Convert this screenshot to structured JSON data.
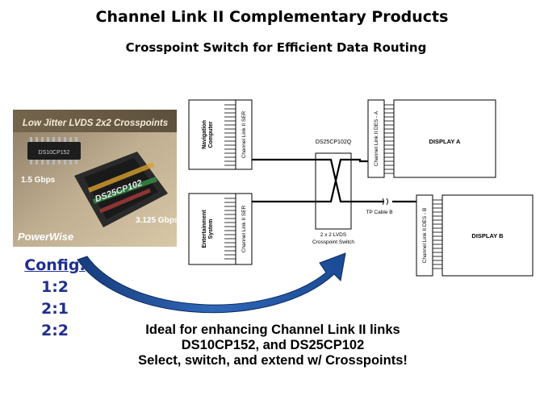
{
  "title": "Channel Link II Complementary Products",
  "subtitle": "Crosspoint Switch for Efficient Data Routing",
  "photo": {
    "banner": "Low Jitter LVDS 2x2 Crosspoints",
    "chip_small": "DS10CP152",
    "chip_large": "DS25CP102",
    "speed_small": "1.5 Gbps",
    "speed_large": "3.125 Gbps",
    "logo": "PowerWise"
  },
  "config": {
    "header": "Config.",
    "options": [
      "1:2",
      "2:1",
      "2:2"
    ]
  },
  "diagram": {
    "nav_computer": "Navigation Computer",
    "entertainment": "Entertainment System",
    "ser": "Channel Link II SER",
    "switch_part": "DS25CP102Q",
    "switch_label_1": "2 x 2 LVDS",
    "switch_label_2": "Crosspoint Switch",
    "des_a": "Channel Link II DES - A",
    "des_b": "Channel Link II DES - B",
    "display_a": "DISPLAY A",
    "display_b": "DISPLAY B",
    "cable": "TP Cable B"
  },
  "caption": {
    "line1": "Ideal for enhancing Channel Link II links",
    "line2": "DS10CP152, and DS25CP102",
    "line3": "Select, switch, and extend w/ Crosspoints!"
  },
  "colors": {
    "config_text": "#1f2f8f",
    "arrow_blue": "#1e4f9c"
  }
}
